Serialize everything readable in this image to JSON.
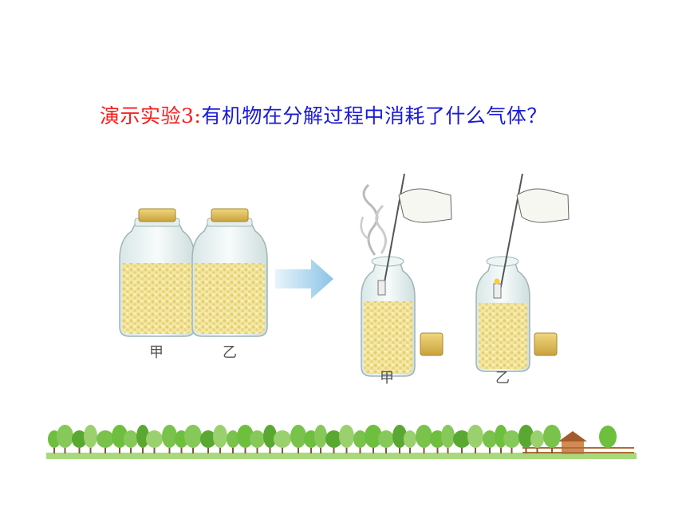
{
  "slide": {
    "title_prefix": "演示实验3:",
    "title_question": "有机物在分解过程中消耗了什么气体？"
  },
  "left_group": {
    "jar_a_label": "甲",
    "jar_b_label": "乙"
  },
  "right_group": {
    "jar_a_label": "甲",
    "jar_b_label": "乙"
  },
  "colors": {
    "title_prefix": "#ff1a1a",
    "title_question": "#1a1ad9",
    "seed_fill": "#f2e39a",
    "arrow": "#a9d4f0",
    "tree_green": "#7cc24a"
  }
}
